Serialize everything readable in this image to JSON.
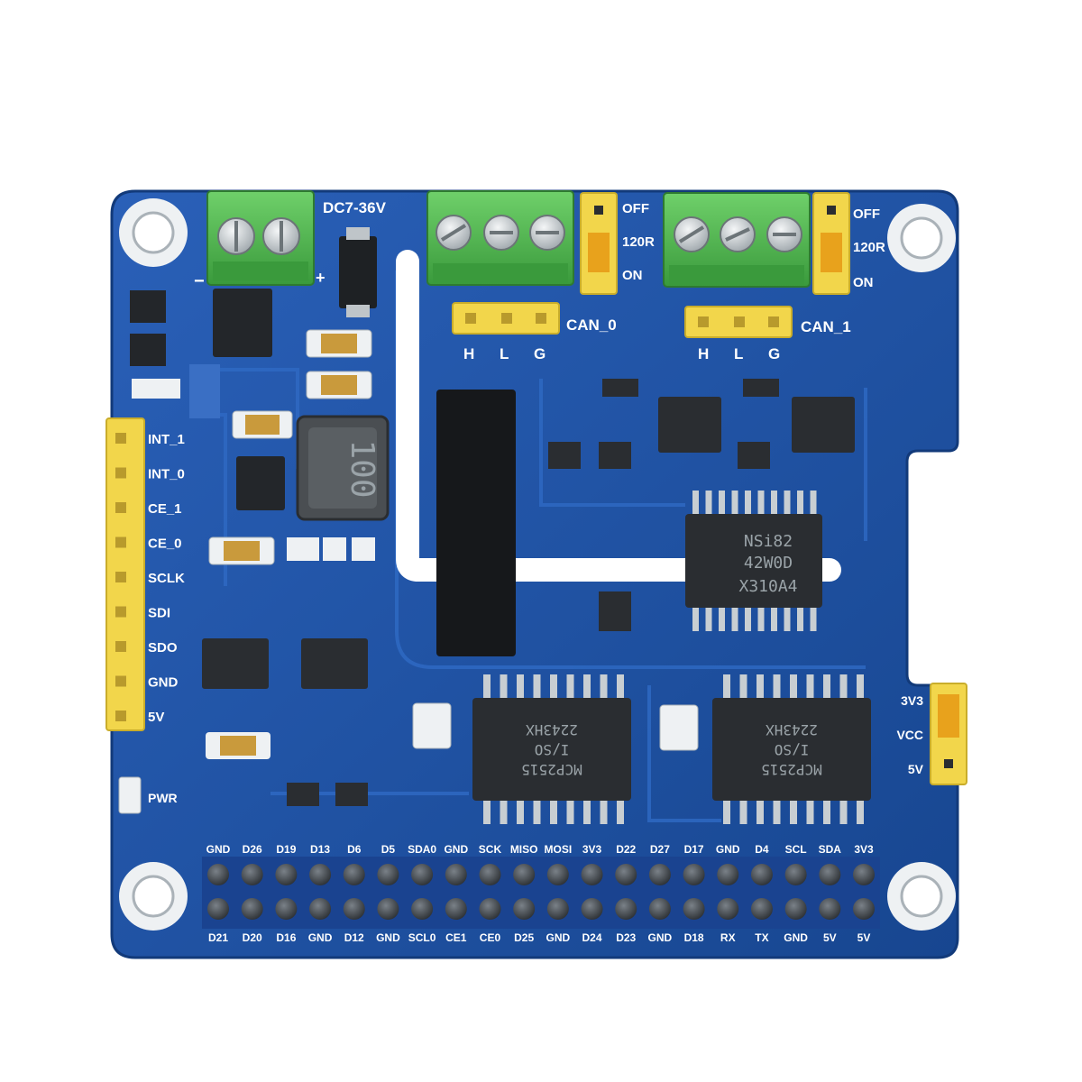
{
  "colors": {
    "pcb": "#1b4fa0",
    "pcb_light": "#2f66bd",
    "terminal_green": "#4fb84f",
    "header_yellow": "#f2d64b",
    "jumper_orange": "#e8a21c",
    "chip": "#2a2d31",
    "gold_pad": "#c99a3c"
  },
  "power_terminal": {
    "label": "DC7-36V",
    "minus": "−",
    "plus": "+"
  },
  "can0": {
    "label": "CAN_0",
    "pins": [
      "H",
      "L",
      "G"
    ],
    "jumper": {
      "off": "OFF",
      "r120": "120R",
      "on": "ON"
    }
  },
  "can1": {
    "label": "CAN_1",
    "pins": [
      "H",
      "L",
      "G"
    ],
    "jumper": {
      "off": "OFF",
      "r120": "120R",
      "on": "ON"
    }
  },
  "left_header": [
    "INT_1",
    "INT_0",
    "CE_1",
    "CE_0",
    "SCLK",
    "SDI",
    "SDO",
    "GND",
    "5V"
  ],
  "vcc_jumper": {
    "v33": "3V3",
    "vcc": "VCC",
    "v5": "5V"
  },
  "pwr_led": "PWR",
  "inductor_mark": "100",
  "isolator_mark": [
    "NSi82",
    "42W0D",
    "X310A4"
  ],
  "mcp_mark_left": [
    "MCP2515",
    "I/SO",
    "2243HX"
  ],
  "mcp_mark_right": [
    "MCP2515",
    "I/SO",
    "2243HX"
  ],
  "gpio_top": [
    "GND",
    "D26",
    "D19",
    "D13",
    "D6",
    "D5",
    "SDA0",
    "GND",
    "SCK",
    "MISO",
    "MOSI",
    "3V3",
    "D22",
    "D27",
    "D17",
    "GND",
    "D4",
    "SCL",
    "SDA",
    "3V3"
  ],
  "gpio_bottom": [
    "D21",
    "D20",
    "D16",
    "GND",
    "D12",
    "GND",
    "SCL0",
    "CE1",
    "CE0",
    "D25",
    "GND",
    "D24",
    "D23",
    "GND",
    "D18",
    "RX",
    "TX",
    "GND",
    "5V",
    "5V"
  ]
}
